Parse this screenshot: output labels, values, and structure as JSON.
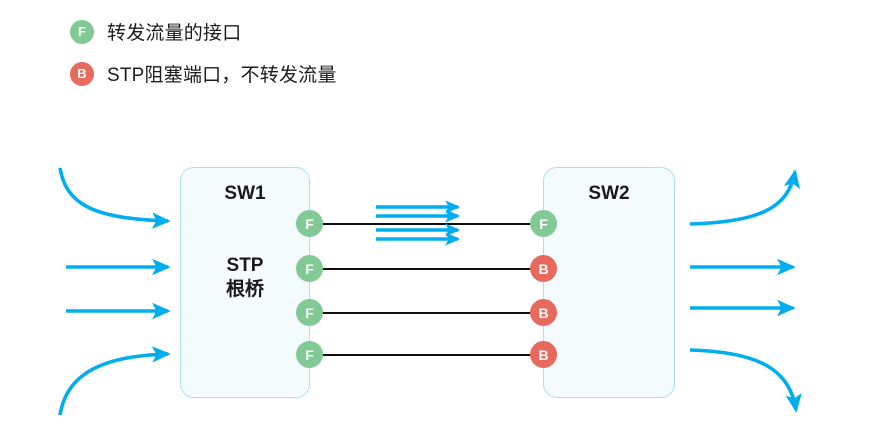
{
  "legend": {
    "items": [
      {
        "badge": "F",
        "badge_type": "forwarding",
        "color": "#81c995",
        "label": "转发流量的接口"
      },
      {
        "badge": "B",
        "badge_type": "blocking",
        "color": "#e8695d",
        "label": "STP阻塞端口，不转发流量"
      }
    ]
  },
  "diagram": {
    "switches": [
      {
        "id": "sw1",
        "title": "SW1",
        "subtitle": "STP\n根桥",
        "subtitle_line1": "STP",
        "subtitle_line2": "根桥"
      },
      {
        "id": "sw2",
        "title": "SW2",
        "subtitle": ""
      }
    ],
    "sw1_ports": [
      {
        "state": "F",
        "color": "#81c995"
      },
      {
        "state": "F",
        "color": "#81c995"
      },
      {
        "state": "F",
        "color": "#81c995"
      },
      {
        "state": "F",
        "color": "#81c995"
      }
    ],
    "sw2_ports": [
      {
        "state": "F",
        "color": "#81c995"
      },
      {
        "state": "B",
        "color": "#e8695d"
      },
      {
        "state": "B",
        "color": "#e8695d"
      },
      {
        "state": "B",
        "color": "#e8695d"
      }
    ],
    "links": [
      {
        "from": "sw1-port-0",
        "to": "sw2-port-0",
        "active": true
      },
      {
        "from": "sw1-port-1",
        "to": "sw2-port-1",
        "active": false
      },
      {
        "from": "sw1-port-2",
        "to": "sw2-port-2",
        "active": false
      },
      {
        "from": "sw1-port-3",
        "to": "sw2-port-3",
        "active": false
      }
    ],
    "traffic_arrow_color": "#00ADEF",
    "link_line_color": "#111111",
    "inter_switch_traffic_arrows": 4,
    "ingress_arrows": 4,
    "egress_arrows": 4
  }
}
